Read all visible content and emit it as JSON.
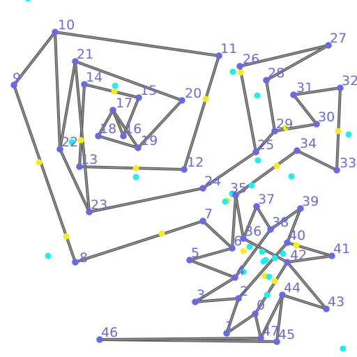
{
  "graph": {
    "colors": {
      "node": "#6a6ae0",
      "edge": "#5a5a5a",
      "red_mark": "#e02020",
      "yellow_mark": "#f4ec1c",
      "cyan_mark": "#22ecec",
      "label": "#6a6ae0"
    },
    "nodes": [
      {
        "id": "0",
        "label": "0"
      },
      {
        "id": "1",
        "label": "1"
      },
      {
        "id": "2",
        "label": "2"
      },
      {
        "id": "3",
        "label": "3"
      },
      {
        "id": "4",
        "label": "4"
      },
      {
        "id": "5",
        "label": "5"
      },
      {
        "id": "6",
        "label": "6"
      },
      {
        "id": "7",
        "label": "7"
      },
      {
        "id": "8",
        "label": "8"
      },
      {
        "id": "9",
        "label": "9"
      },
      {
        "id": "10",
        "label": "10"
      },
      {
        "id": "11",
        "label": "11"
      },
      {
        "id": "12",
        "label": "12"
      },
      {
        "id": "13",
        "label": "13"
      },
      {
        "id": "14",
        "label": "14"
      },
      {
        "id": "15",
        "label": "15"
      },
      {
        "id": "16",
        "label": "16"
      },
      {
        "id": "17",
        "label": "17"
      },
      {
        "id": "18",
        "label": "18"
      },
      {
        "id": "19",
        "label": "19"
      },
      {
        "id": "20",
        "label": "20"
      },
      {
        "id": "21",
        "label": "21"
      },
      {
        "id": "22",
        "label": "22"
      },
      {
        "id": "23",
        "label": "23"
      },
      {
        "id": "24",
        "label": "24"
      },
      {
        "id": "25",
        "label": "25"
      },
      {
        "id": "26",
        "label": "26"
      },
      {
        "id": "27",
        "label": "27"
      },
      {
        "id": "28",
        "label": "28"
      },
      {
        "id": "29",
        "label": "29"
      },
      {
        "id": "30",
        "label": "30"
      },
      {
        "id": "31",
        "label": "31"
      },
      {
        "id": "32",
        "label": "32"
      },
      {
        "id": "33",
        "label": "33"
      },
      {
        "id": "34",
        "label": "34"
      },
      {
        "id": "35",
        "label": "35"
      },
      {
        "id": "36",
        "label": "36"
      },
      {
        "id": "37",
        "label": "37"
      },
      {
        "id": "38",
        "label": "38"
      },
      {
        "id": "39",
        "label": "39"
      },
      {
        "id": "40",
        "label": "40"
      },
      {
        "id": "41",
        "label": "41"
      },
      {
        "id": "42",
        "label": "42"
      },
      {
        "id": "43",
        "label": "43"
      },
      {
        "id": "44",
        "label": "44"
      },
      {
        "id": "45",
        "label": "45"
      },
      {
        "id": "46",
        "label": "46"
      },
      {
        "id": "47",
        "label": "47"
      }
    ],
    "edges": [
      [
        "10",
        "11"
      ],
      [
        "11",
        "12"
      ],
      [
        "12",
        "13"
      ],
      [
        "13",
        "14"
      ],
      [
        "14",
        "15"
      ],
      [
        "15",
        "16"
      ],
      [
        "16",
        "17"
      ],
      [
        "17",
        "18"
      ],
      [
        "18",
        "19"
      ],
      [
        "19",
        "20"
      ],
      [
        "20",
        "21"
      ],
      [
        "21",
        "22"
      ],
      [
        "22",
        "23"
      ],
      [
        "23",
        "24"
      ],
      [
        "24",
        "25"
      ],
      [
        "25",
        "26"
      ],
      [
        "26",
        "27"
      ],
      [
        "27",
        "28"
      ],
      [
        "28",
        "29"
      ],
      [
        "29",
        "30"
      ],
      [
        "30",
        "31"
      ],
      [
        "31",
        "32"
      ],
      [
        "32",
        "33"
      ],
      [
        "33",
        "34"
      ],
      [
        "34",
        "35"
      ],
      [
        "35",
        "36"
      ],
      [
        "36",
        "37"
      ],
      [
        "37",
        "38"
      ],
      [
        "38",
        "39"
      ],
      [
        "39",
        "40"
      ],
      [
        "40",
        "41"
      ],
      [
        "41",
        "42"
      ],
      [
        "42",
        "43"
      ],
      [
        "43",
        "44"
      ],
      [
        "44",
        "45"
      ],
      [
        "45",
        "46"
      ],
      [
        "46",
        "47"
      ],
      [
        "47",
        "0"
      ],
      [
        "0",
        "1"
      ],
      [
        "1",
        "2"
      ],
      [
        "2",
        "3"
      ],
      [
        "3",
        "4"
      ],
      [
        "4",
        "5"
      ],
      [
        "5",
        "6"
      ],
      [
        "6",
        "7"
      ],
      [
        "7",
        "8"
      ],
      [
        "8",
        "9"
      ],
      [
        "9",
        "10"
      ],
      [
        "10",
        "22"
      ],
      [
        "21",
        "23"
      ],
      [
        "17",
        "19"
      ],
      [
        "25",
        "29"
      ],
      [
        "6",
        "35"
      ],
      [
        "38",
        "4"
      ],
      [
        "40",
        "2"
      ],
      [
        "42",
        "36"
      ],
      [
        "42",
        "0"
      ],
      [
        "44",
        "47"
      ]
    ]
  }
}
